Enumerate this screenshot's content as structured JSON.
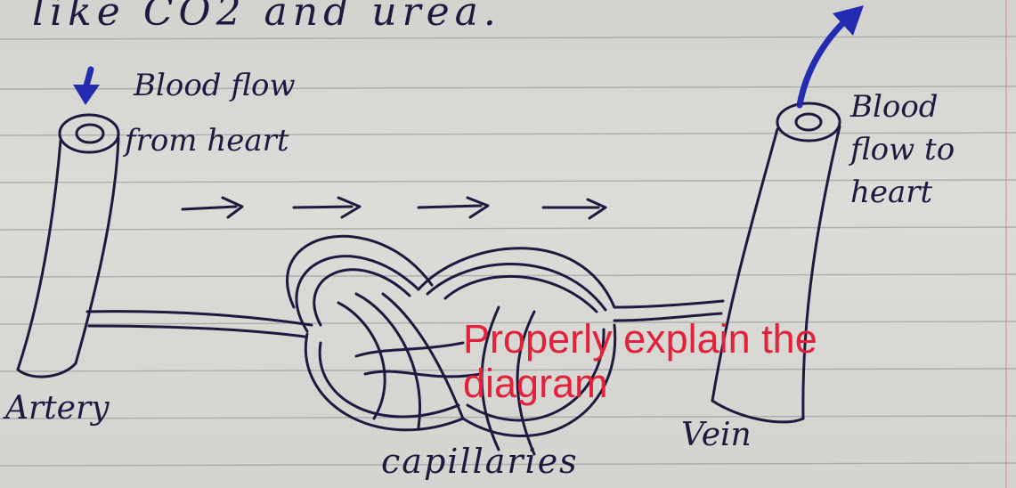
{
  "notes": {
    "top_line": "like CO2 and urea.",
    "blood_flow_from_heart": [
      "Blood flow",
      "from heart"
    ],
    "blood_flow_to_heart": [
      "Blood",
      "flow to",
      "heart"
    ],
    "artery_label": "Artery",
    "vein_label": "Vein",
    "capillaries_label": "capillaries"
  },
  "overlay": {
    "question": "Properly explain the diagram",
    "color": "#e3213a"
  },
  "colors": {
    "ink": "#1d1a3f",
    "ink_blue": "#232bb0",
    "paper": "#d8d8d4",
    "ruled_lines": "#9ea0a0",
    "margin_line": "#d87a7a"
  }
}
